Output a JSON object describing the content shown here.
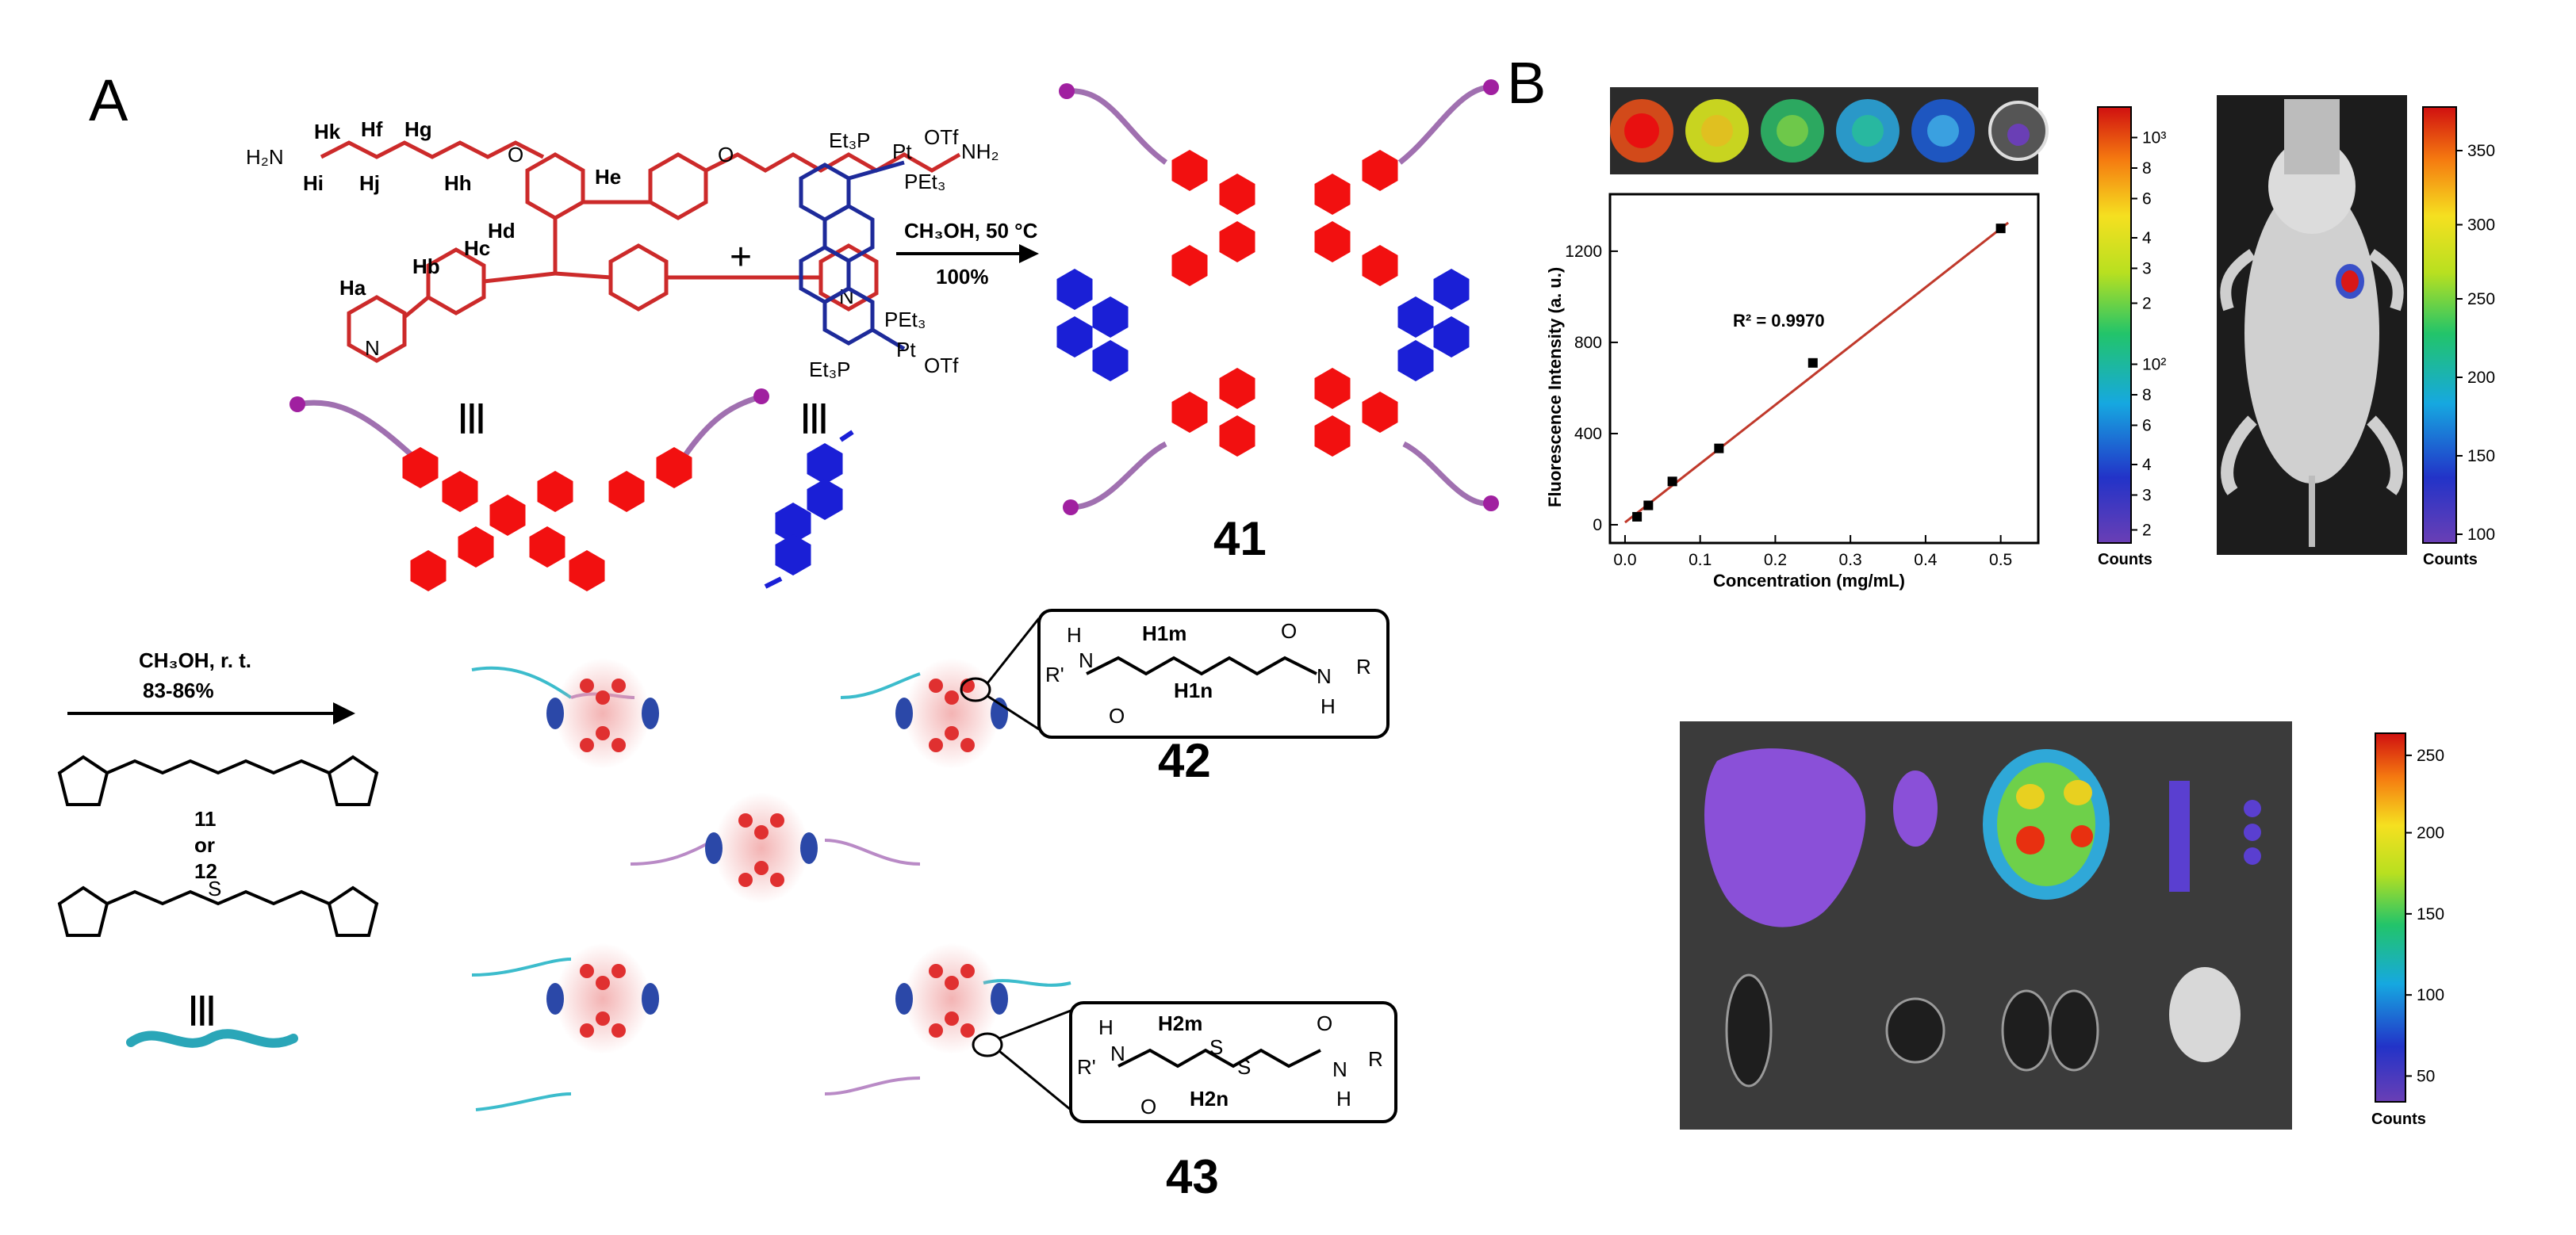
{
  "panel_a": {
    "label": "A",
    "top_reaction": {
      "reagent": "CH₃OH, 50 °C",
      "yield": "100%",
      "plus": "+"
    },
    "bottom_reaction": {
      "reagent": "CH₃OH, r. t.",
      "yield": "83-86%"
    },
    "linker_ids": [
      "11",
      "or",
      "12"
    ],
    "equivalence": "|||",
    "product_ids": [
      "41",
      "42",
      "43"
    ],
    "ligand_labels": {
      "amine_left": "H₂N",
      "amine_right": "NH₂",
      "o_left": "O",
      "o_right": "O",
      "protons": [
        "Hk",
        "Hi",
        "Hj",
        "Hg",
        "Hh",
        "Hf",
        "He",
        "Hd",
        "Hc",
        "Ha",
        "Hb"
      ],
      "pyridine_n": [
        "N",
        "N"
      ]
    },
    "pt_labels": {
      "et3p_top": "Et₃P",
      "pt_top": "Pt",
      "otf_top": "OTf",
      "pet3_top": "PEt₃",
      "pet3_bottom": "PEt₃",
      "et3p_bottom": "Et₃P",
      "pt_bottom": "Pt",
      "otf_bottom": "OTf"
    },
    "inset_42": {
      "left": "R'",
      "h_left": "H",
      "n_left": "N",
      "h1m": "H1m",
      "h1n": "H1n",
      "o_left": "O",
      "o_right": "O",
      "n_right": "N",
      "r_right": "R",
      "h_right": "H"
    },
    "inset_43": {
      "left": "R'",
      "h_left": "H",
      "n_left": "N",
      "h2m": "H2m",
      "h2n": "H2n",
      "s1": "S",
      "s2": "S",
      "o_left": "O",
      "o_right": "O",
      "n_right": "N",
      "r_right": "R",
      "h_right": "H"
    },
    "linker_atoms": {
      "o": "O",
      "n": "N",
      "s": "S"
    }
  },
  "panel_b": {
    "label": "B",
    "plot": {
      "ylabel": "Fluorescence Intensity (a. u.)",
      "xlabel": "Concentration (mg/mL)",
      "annotation": "R² = 0.9970"
    },
    "colorbar_1": {
      "ticks": [
        "10³",
        "8",
        "6",
        "4",
        "3",
        "2",
        "10²",
        "8",
        "6",
        "4",
        "3",
        "2"
      ],
      "label": "Counts"
    },
    "colorbar_2": {
      "ticks": [
        "350",
        "300",
        "250",
        "200",
        "150",
        "100"
      ],
      "label": "Counts"
    },
    "colorbar_3": {
      "ticks": [
        "250",
        "200",
        "150",
        "100",
        "50"
      ],
      "label": "Counts"
    }
  },
  "chart_data": {
    "type": "scatter",
    "xlabel": "Concentration (mg/mL)",
    "ylabel": "Fluorescence Intensity (a. u.)",
    "annotation": "R² = 0.9970",
    "xlim": [
      -0.02,
      0.55
    ],
    "ylim": [
      -80,
      1450
    ],
    "xticks": [
      0.0,
      0.1,
      0.2,
      0.3,
      0.4,
      0.5
    ],
    "yticks": [
      0,
      400,
      800,
      1200
    ],
    "series": [
      {
        "x": [
          0.016,
          0.031,
          0.063,
          0.125,
          0.25,
          0.5
        ],
        "y": [
          35,
          85,
          190,
          335,
          710,
          1300
        ]
      }
    ],
    "fit_line": {
      "x": [
        0.0,
        0.51
      ],
      "y": [
        10,
        1325
      ]
    },
    "colors": {
      "points": "#000000",
      "fit": "#c0392b"
    }
  }
}
